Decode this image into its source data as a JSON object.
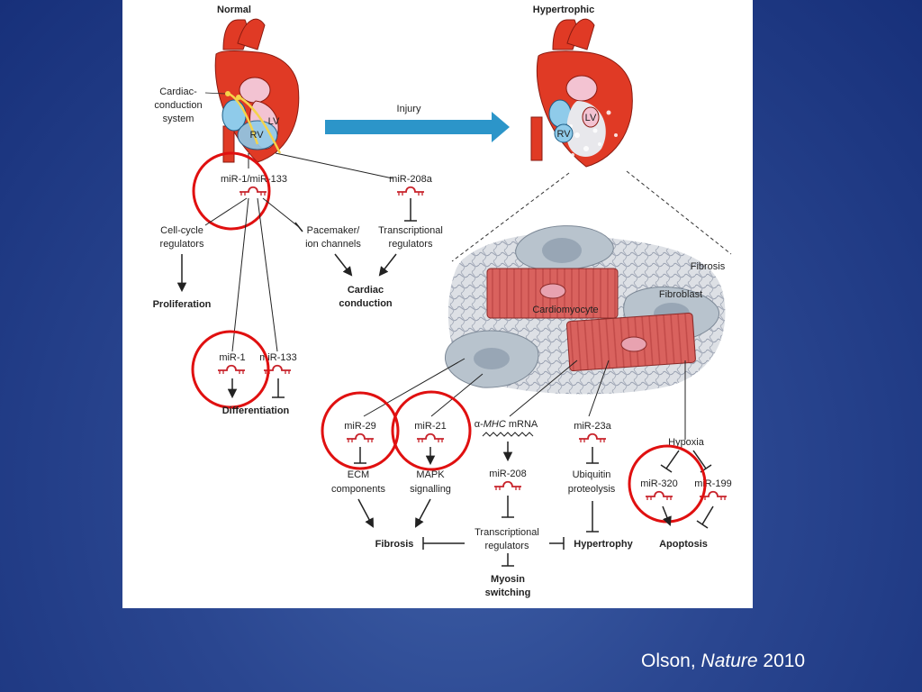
{
  "headers": {
    "normal": "Normal",
    "hypertrophic": "Hypertrophic"
  },
  "heart_labels": {
    "conduction_1": "Cardiac-",
    "conduction_2": "conduction",
    "conduction_3": "system",
    "lv": "LV",
    "rv": "RV",
    "lv2": "LV",
    "rv2": "RV"
  },
  "injury": "Injury",
  "mirnas": {
    "mir1_133": "miR-1/miR-133",
    "mir208a": "miR-208a",
    "mir1": "miR-1",
    "mir133": "miR-133",
    "mir29": "miR-29",
    "mir21": "miR-21",
    "mhc_alpha": "α-",
    "mhc_italic": "MHC",
    "mhc_rest": " mRNA",
    "mir23a": "miR-23a",
    "mir208": "miR-208",
    "mir320": "miR-320",
    "mir199": "miR-199"
  },
  "targets": {
    "cellcycle_1": "Cell-cycle",
    "cellcycle_2": "regulators",
    "pacemaker_1": "Pacemaker/",
    "pacemaker_2": "ion channels",
    "transcr_1": "Transcriptional",
    "transcr_2": "regulators",
    "ecm_1": "ECM",
    "ecm_2": "components",
    "mapk_1": "MAPK",
    "mapk_2": "signalling",
    "ubiq_1": "Ubiquitin",
    "ubiq_2": "proteolysis",
    "transcr2_1": "Transcriptional",
    "transcr2_2": "regulators",
    "hypoxia": "Hypoxia"
  },
  "outcomes": {
    "proliferation": "Proliferation",
    "cardiac_1": "Cardiac",
    "cardiac_2": "conduction",
    "differentiation": "Differentiation",
    "fibrosis_out": "Fibrosis",
    "hypertrophy": "Hypertrophy",
    "apoptosis": "Apoptosis",
    "myosin_1": "Myosin",
    "myosin_2": "switching"
  },
  "tissue": {
    "fibrosis": "Fibrosis",
    "fibroblast": "Fibroblast",
    "cardiomyocyte": "Cardiomyocyte"
  },
  "citation": {
    "author": "Olson, ",
    "journal": "Nature",
    "year": " 2010"
  },
  "colors": {
    "heart_red": "#e03a25",
    "arrow_blue": "#2c95c9",
    "mirna_red": "#c8232b",
    "circle_red": "#e01010",
    "background": "#2a4690"
  }
}
